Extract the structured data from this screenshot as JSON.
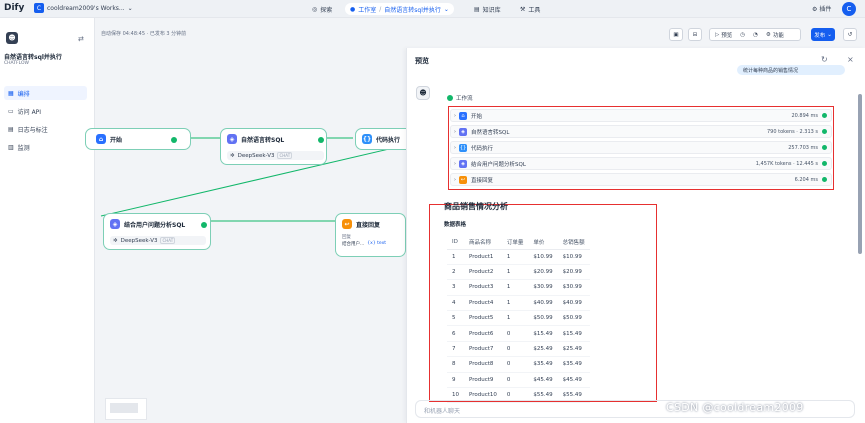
{
  "brand": {
    "logo": "Dify"
  },
  "workspace": {
    "avatar": "C",
    "name": "cooldream2009's Works..."
  },
  "nav": {
    "explore": "探索",
    "studio": "工作室",
    "current_app": "自然语言转sql并执行",
    "knowledge": "知识库",
    "tools": "工具",
    "plugins": "插件",
    "user_avatar": "C"
  },
  "sidebar": {
    "app_title": "自然语言转sql并执行",
    "app_type": "CHATFLOW",
    "items": [
      {
        "label": "编排"
      },
      {
        "label": "访问 API"
      },
      {
        "label": "日志与标注"
      },
      {
        "label": "监测"
      }
    ]
  },
  "canvas": {
    "autosave": "自动保存 04:48:45 · 已发布 3 分钟前",
    "toolbar": {
      "preview": "预览",
      "features": "功能",
      "publish": "发布"
    },
    "nodes": {
      "start": {
        "title": "开始"
      },
      "nl2sql": {
        "title": "自然语言转SQL",
        "model": "DeepSeek-V3",
        "model_tag": "CHAT"
      },
      "code": {
        "title": "代码执行"
      },
      "analysis": {
        "title": "结合用户问题分析SQL",
        "model": "DeepSeek-V3",
        "model_tag": "CHAT"
      },
      "answer": {
        "title": "直接回复",
        "reply_label": "回复",
        "reply_var": "结合用户...",
        "reply_type": "{x} text"
      }
    }
  },
  "preview": {
    "title": "预览",
    "user_message": "统计每种商品的销售情况",
    "workflow_label": "工作流",
    "steps": [
      {
        "name": "开始",
        "meta": "20.894 ms",
        "color": "#2970ff"
      },
      {
        "name": "自然语言转SQL",
        "meta": "790 tokens · 2.313 s",
        "color": "#6172f3"
      },
      {
        "name": "代码执行",
        "meta": "257.703 ms",
        "color": "#2e90fa"
      },
      {
        "name": "结合用户问题分析SQL",
        "meta": "1,457K tokens · 12.445 s",
        "color": "#6172f3"
      },
      {
        "name": "直接回复",
        "meta": "6.204 ms",
        "color": "#f79009"
      }
    ],
    "section_title": "商品销售情况分析",
    "table_title": "数据表格",
    "table": {
      "headers": [
        "ID",
        "商品名称",
        "订单量",
        "单价",
        "总销售额"
      ],
      "rows": [
        [
          "1",
          "Product1",
          "1",
          "$10.99",
          "$10.99"
        ],
        [
          "2",
          "Product2",
          "1",
          "$20.99",
          "$20.99"
        ],
        [
          "3",
          "Product3",
          "1",
          "$30.99",
          "$30.99"
        ],
        [
          "4",
          "Product4",
          "1",
          "$40.99",
          "$40.99"
        ],
        [
          "5",
          "Product5",
          "1",
          "$50.99",
          "$50.99"
        ],
        [
          "6",
          "Product6",
          "0",
          "$15.49",
          "$15.49"
        ],
        [
          "7",
          "Product7",
          "0",
          "$25.49",
          "$25.49"
        ],
        [
          "8",
          "Product8",
          "0",
          "$35.49",
          "$35.49"
        ],
        [
          "9",
          "Product9",
          "0",
          "$45.49",
          "$45.49"
        ],
        [
          "10",
          "Product10",
          "0",
          "$55.49",
          "$55.49"
        ]
      ]
    },
    "input_placeholder": "和机器人聊天"
  },
  "watermark": "CSDN @cooldream2009"
}
